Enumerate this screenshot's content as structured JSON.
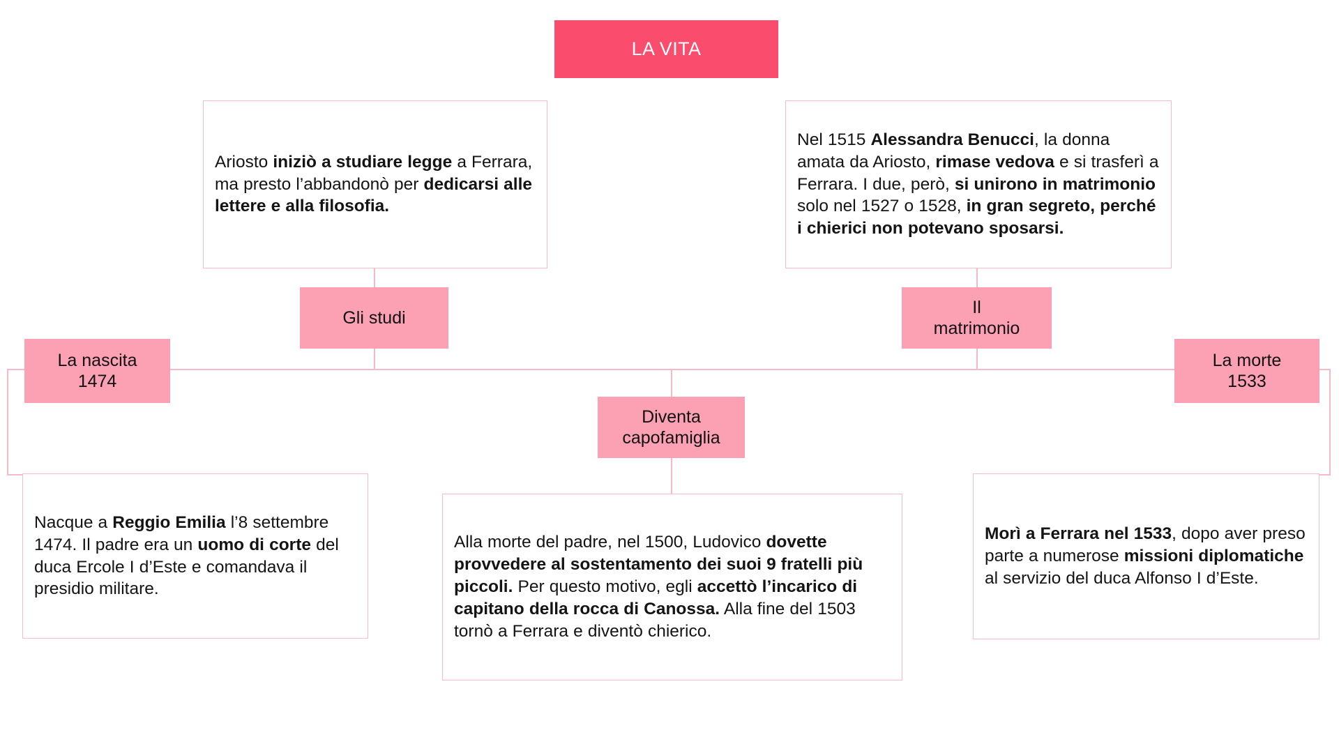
{
  "diagram": {
    "title": "LA VITA",
    "accent_color": "#fa4d6e",
    "node_color": "#fca0b4",
    "line_color": "#f7b9c8",
    "card_border_color": "#f5bcc8",
    "background": "#ffffff"
  },
  "nodes": {
    "studi": "Gli studi",
    "matrimonio": "Il\nmatrimonio",
    "nascita": "La nascita\n1474",
    "morte": "La morte\n1533",
    "capofamiglia": "Diventa\ncapofamiglia"
  },
  "cards": {
    "studi_text": {
      "plain": "Ariosto iniziò a studiare legge a Ferrara, ma presto l’abbandonò per dedicarsi alle lettere e alla filosofia.",
      "runs": [
        {
          "t": "Ariosto ",
          "b": false
        },
        {
          "t": "iniziò a studiare legge",
          "b": true
        },
        {
          "t": " a Ferrara, ma presto l’abbandonò per ",
          "b": false
        },
        {
          "t": "dedicarsi alle lettere e alla filosofia.",
          "b": true
        }
      ]
    },
    "matrimonio_text": {
      "plain": "Nel 1515 Alessandra Benucci, la donna amata da Ariosto, rimase vedova e si trasferì a Ferrara. I due, però, si unirono in matrimonio solo nel 1527 o 1528, in gran segreto, perché i chierici non potevano sposarsi.",
      "runs": [
        {
          "t": "Nel 1515 ",
          "b": false
        },
        {
          "t": "Alessandra Benucci",
          "b": true
        },
        {
          "t": ", la donna amata da Ariosto, ",
          "b": false
        },
        {
          "t": "rimase vedova",
          "b": true
        },
        {
          "t": " e si trasferì a Ferrara. I due, però, ",
          "b": false
        },
        {
          "t": "si unirono in matrimonio",
          "b": true
        },
        {
          "t": " solo nel 1527 o 1528, ",
          "b": false
        },
        {
          "t": "in gran segreto, perché i chierici non potevano sposarsi.",
          "b": true
        }
      ]
    },
    "nascita_text": {
      "plain": "Nacque a Reggio Emilia l’8 settembre 1474. Il padre era un uomo di corte del duca Ercole I d’Este e comandava il presidio militare.",
      "runs": [
        {
          "t": "Nacque a ",
          "b": false
        },
        {
          "t": "Reggio Emilia",
          "b": true
        },
        {
          "t": " l’8 settembre 1474. Il padre era un ",
          "b": false
        },
        {
          "t": "uomo di corte",
          "b": true
        },
        {
          "t": " del duca Ercole I d’Este e comandava il presidio militare.",
          "b": false
        }
      ]
    },
    "capofamiglia_text": {
      "plain": "Alla morte del padre, nel 1500, Ludovico dovette provvedere al sostentamento dei suoi 9 fratelli più piccoli. Per questo motivo, egli accettò l’incarico di capitano della rocca di Canossa. Alla fine del 1503 tornò a Ferrara e diventò chierico.",
      "runs": [
        {
          "t": "Alla morte del padre, nel 1500, Ludovico ",
          "b": false
        },
        {
          "t": "dovette provvedere al sostentamento dei suoi 9 fratelli più piccoli.",
          "b": true
        },
        {
          "t": " Per questo motivo, egli ",
          "b": false
        },
        {
          "t": "accettò l’incarico di capitano della rocca di Canossa.",
          "b": true
        },
        {
          "t": " Alla fine del 1503 tornò a Ferrara e diventò chierico.",
          "b": false
        }
      ]
    },
    "morte_text": {
      "plain": "Morì a Ferrara nel 1533, dopo aver preso parte a numerose missioni diplomatiche al servizio del duca Alfonso I d’Este.",
      "runs": [
        {
          "t": "Morì a Ferrara nel 1533",
          "b": true
        },
        {
          "t": ", dopo aver preso parte a numerose ",
          "b": false
        },
        {
          "t": "missioni diplomatiche",
          "b": true
        },
        {
          "t": " al servizio del duca Alfonso I d’Este.",
          "b": false
        }
      ]
    }
  }
}
